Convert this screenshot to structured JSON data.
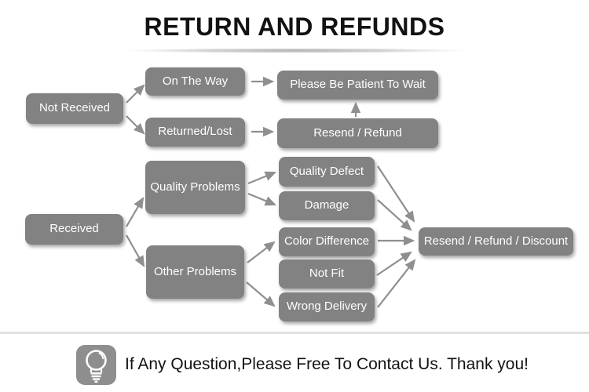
{
  "title": "RETURN AND REFUNDS",
  "colors": {
    "background": "#ffffff",
    "node_fill": "#828282",
    "node_text": "#ffffff",
    "arrow": "#8f8f8f",
    "title_text": "#121212",
    "divider": "#e1e1e1",
    "icon_badge_bg": "#8e8e8e",
    "icon_glyph": "#ffffff",
    "footer_text": "#121212"
  },
  "flow": {
    "nodes": {
      "not_received": {
        "label": "Not Received"
      },
      "on_the_way": {
        "label": "On The Way"
      },
      "returned_lost": {
        "label": "Returned/Lost"
      },
      "please_wait": {
        "label": "Please Be Patient To Wait"
      },
      "resend_refund": {
        "label": "Resend / Refund"
      },
      "received": {
        "label": "Received"
      },
      "quality_problems": {
        "label": "Quality Problems"
      },
      "other_problems": {
        "label": "Other Problems"
      },
      "quality_defect": {
        "label": "Quality Defect"
      },
      "damage": {
        "label": "Damage"
      },
      "color_difference": {
        "label": "Color Difference"
      },
      "not_fit": {
        "label": "Not Fit"
      },
      "wrong_delivery": {
        "label": "Wrong Delivery"
      },
      "resend_refund_discount": {
        "label": "Resend / Refund / Discount"
      }
    },
    "edges": [
      {
        "from": "not_received",
        "to": "on_the_way"
      },
      {
        "from": "not_received",
        "to": "returned_lost"
      },
      {
        "from": "on_the_way",
        "to": "please_wait"
      },
      {
        "from": "returned_lost",
        "to": "resend_refund"
      },
      {
        "from": "resend_refund",
        "to": "please_wait"
      },
      {
        "from": "received",
        "to": "quality_problems"
      },
      {
        "from": "received",
        "to": "other_problems"
      },
      {
        "from": "quality_problems",
        "to": "quality_defect"
      },
      {
        "from": "quality_problems",
        "to": "damage"
      },
      {
        "from": "other_problems",
        "to": "color_difference"
      },
      {
        "from": "other_problems",
        "to": "wrong_delivery"
      },
      {
        "from": "quality_defect",
        "to": "resend_refund_discount"
      },
      {
        "from": "damage",
        "to": "resend_refund_discount"
      },
      {
        "from": "color_difference",
        "to": "resend_refund_discount"
      },
      {
        "from": "not_fit",
        "to": "resend_refund_discount"
      },
      {
        "from": "wrong_delivery",
        "to": "resend_refund_discount"
      }
    ]
  },
  "footer": {
    "icon": "lightbulb-icon",
    "note": "If Any Question,Please Free To Contact Us. Thank you!"
  }
}
